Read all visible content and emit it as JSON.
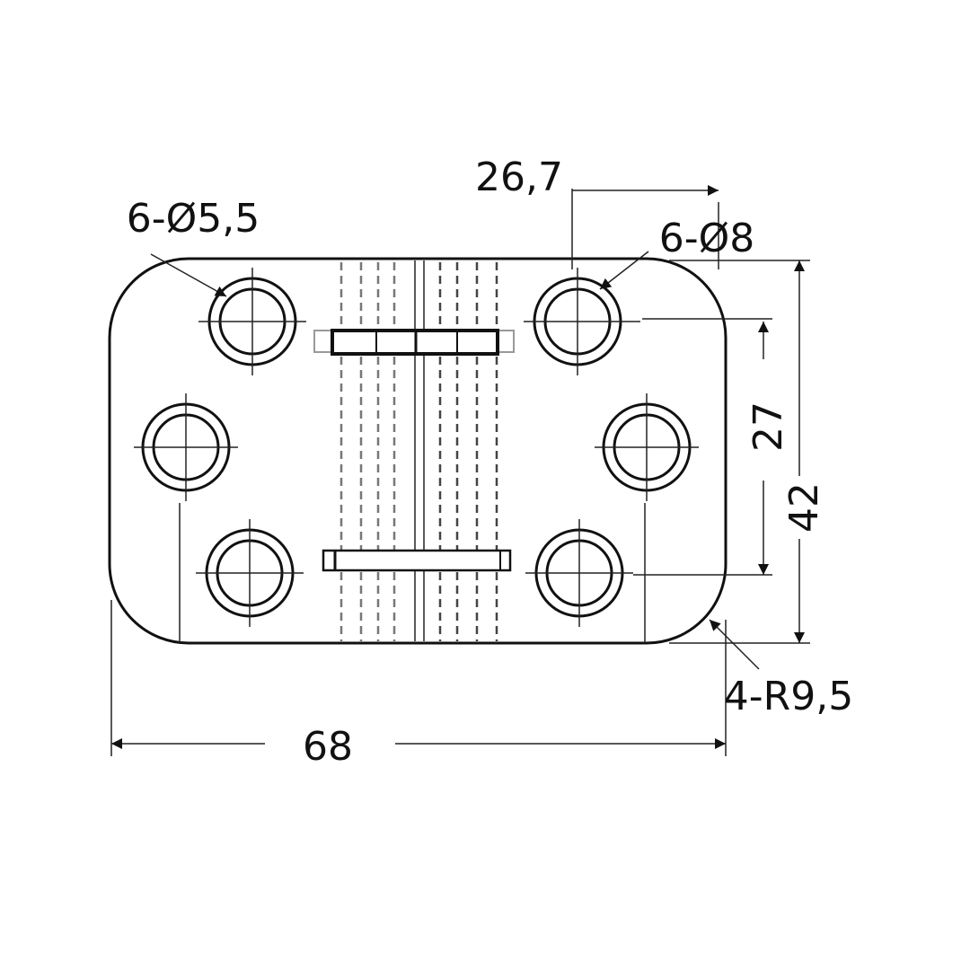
{
  "drawing": {
    "title": "Hinge plate dimension drawing",
    "dimensions": {
      "overall_width": "68",
      "overall_height": "42",
      "hole_vertical_spacing": "27",
      "hole_offset": "26,7",
      "small_holes": "6-Ø5,5",
      "large_holes": "6-Ø8",
      "corner_radius": "4-R9,5"
    }
  }
}
